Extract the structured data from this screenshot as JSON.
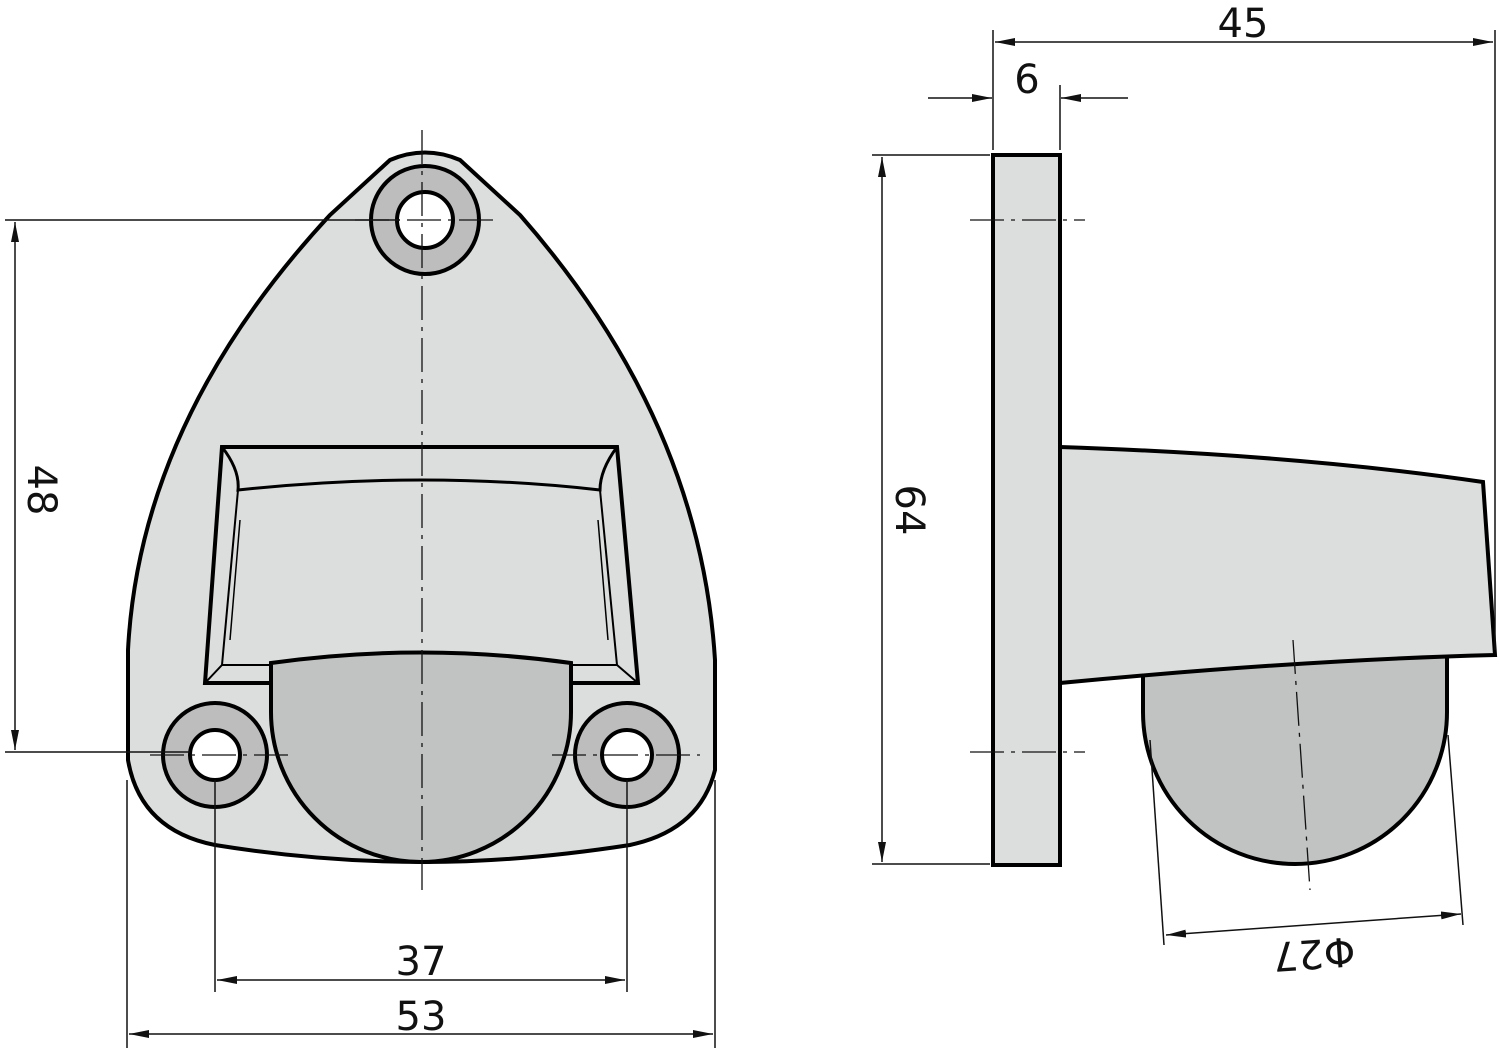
{
  "drawing": {
    "colors": {
      "body": "#dcdedd",
      "knob": "#c1c2c2",
      "ring": "#bdbdbd",
      "line": "#000000"
    },
    "dimensions": {
      "overall_depth": "45",
      "plate_thickness": "6",
      "hole_vertical_spacing": "48",
      "plate_height": "64",
      "hole_horizontal_spacing": "37",
      "plate_width": "53",
      "knob_diameter": "Φ27"
    }
  }
}
